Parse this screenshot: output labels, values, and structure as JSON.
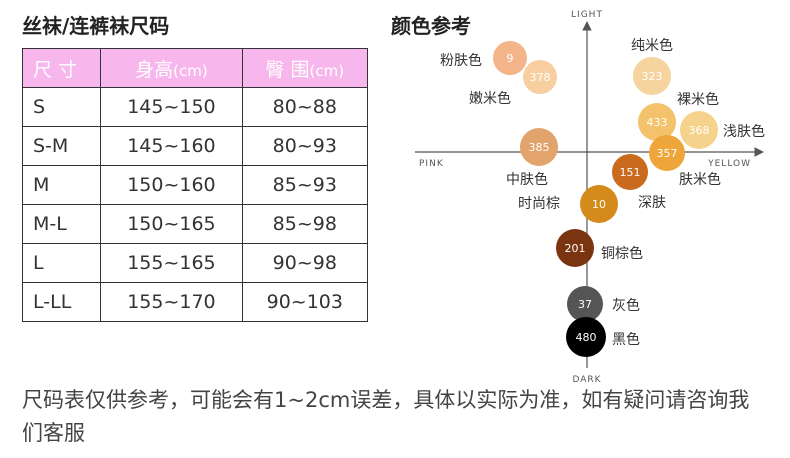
{
  "size_chart": {
    "title": "丝袜/连裤袜尺码",
    "headers": [
      {
        "label": "尺 寸",
        "unit": ""
      },
      {
        "label": "身高",
        "unit": "(cm)"
      },
      {
        "label": "臀 围",
        "unit": "(cm)"
      }
    ],
    "rows": [
      [
        "S",
        "145~150",
        "80~88"
      ],
      [
        "S-M",
        "145~160",
        "80~93"
      ],
      [
        "M",
        "150~160",
        "85~93"
      ],
      [
        "M-L",
        "150~165",
        "85~98"
      ],
      [
        "L",
        "155~165",
        "90~98"
      ],
      [
        "L-LL",
        "155~170",
        "90~103"
      ]
    ],
    "header_bg": "#f8b7ec"
  },
  "color_reference": {
    "title": "颜色参考",
    "axes": {
      "top": "LIGHT",
      "bottom": "DARK",
      "left": "PINK",
      "right": "YELLOW"
    },
    "swatches": [
      {
        "code": "9",
        "name": "粉肤色",
        "color": "#f3b48a",
        "text_color": "#ffffff"
      },
      {
        "code": "378",
        "name": "嫩米色",
        "color": "#f8cfa0",
        "text_color": "#ffffff"
      },
      {
        "code": "323",
        "name": "纯米色",
        "color": "#f6d49e",
        "text_color": "#ffffff"
      },
      {
        "code": "433",
        "name": "裸米色",
        "color": "#f3c26b",
        "text_color": "#ffffff"
      },
      {
        "code": "368",
        "name": "浅肤色",
        "color": "#f6d38c",
        "text_color": "#ffffff"
      },
      {
        "code": "385",
        "name": "中肤色",
        "color": "#e3a36c",
        "text_color": "#ffffff"
      },
      {
        "code": "357",
        "name": "肤米色",
        "color": "#eea53a",
        "text_color": "#ffffff"
      },
      {
        "code": "151",
        "name": "时尚棕",
        "color": "#c96a1c",
        "text_color": "#ffffff"
      },
      {
        "code": "10",
        "name": "深肤",
        "color": "#d58a1c",
        "text_color": "#ffffff"
      },
      {
        "code": "201",
        "name": "铜棕色",
        "color": "#7a3410",
        "text_color": "#ffffff"
      },
      {
        "code": "37",
        "name": "灰色",
        "color": "#555555",
        "text_color": "#ffffff"
      },
      {
        "code": "480",
        "name": "黑色",
        "color": "#000000",
        "text_color": "#ffffff"
      }
    ]
  },
  "note": "尺码表仅供参考，可能会有1~2cm误差，具体以实际为准，如有疑问请咨询我们客服"
}
